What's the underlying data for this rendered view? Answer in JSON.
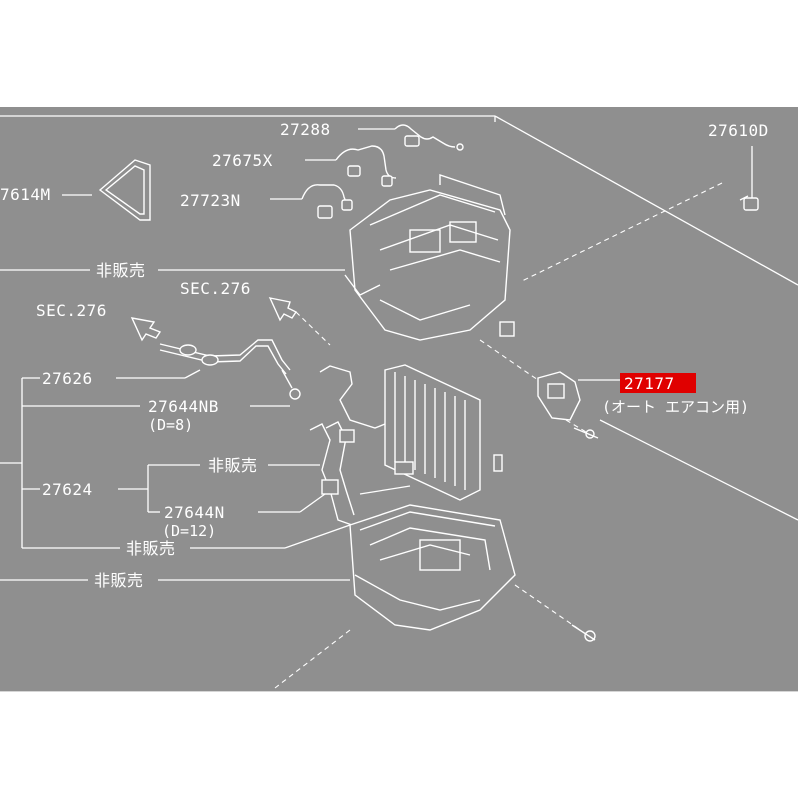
{
  "labels": {
    "p27288": "27288",
    "p27675x": "27675X",
    "p27723n": "27723N",
    "p27614m": "7614M",
    "p27610d": "27610D",
    "p27626": "27626",
    "p27644nb": "27644NB",
    "p27644nb_note": "(D=8)",
    "p27624": "27624",
    "p27644n": "27644N",
    "p27644n_note": "(D=12)",
    "p27177": "27177",
    "p27177_note": "(オート エアコン用)",
    "sec276_a": "SEC.276",
    "sec276_b": "SEC.276",
    "not_for_sale_1": "非販売",
    "not_for_sale_2": "非販売",
    "not_for_sale_3": "非販売",
    "not_for_sale_4": "非販売"
  },
  "colors": {
    "background": "#8f8f8f",
    "line": "#ffffff",
    "highlight": "#e00000"
  },
  "highlighted_part": "27177"
}
